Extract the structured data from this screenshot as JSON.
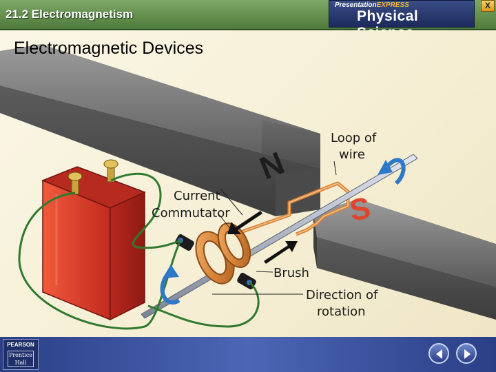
{
  "header": {
    "section": "21.2 Electromagnetism",
    "brand_small_prefix": "Presentation",
    "brand_small_bold": "EXPRESS",
    "brand_big": "Physical Science",
    "close_label": "X"
  },
  "slide": {
    "title": "Electromagnetic Devices"
  },
  "diagram": {
    "labels": {
      "loop1": "Loop of",
      "loop2": "wire",
      "current": "Current",
      "commutator": "Commutator",
      "brush": "Brush",
      "direction1": "Direction of",
      "direction2": "rotation",
      "pole_n": "N",
      "pole_s": "S"
    }
  },
  "footer": {
    "logo_top": "PEARSON",
    "logo_bottom1": "Prentice",
    "logo_bottom2": "Hall"
  },
  "colors": {
    "header_green": "#5b8a46",
    "brand_blue": "#23336a",
    "battery_red": "#d8352a",
    "copper": "#d98a3a",
    "wire_green": "#2f7a2f",
    "arrow_blue": "#2d78c8"
  }
}
